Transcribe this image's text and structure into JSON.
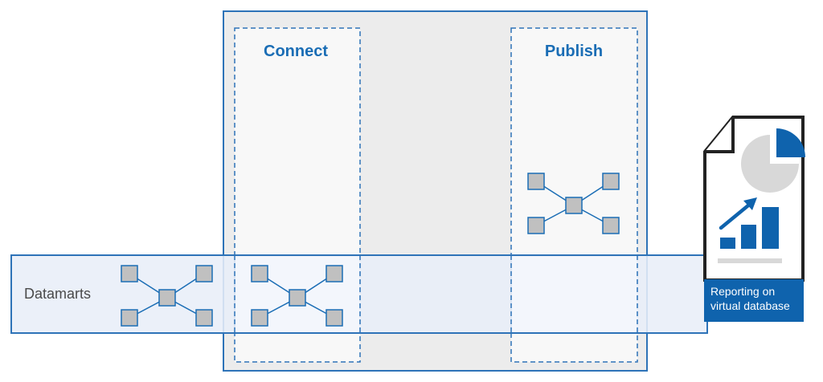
{
  "stages": {
    "connect_title": "Connect",
    "publish_title": "Publish"
  },
  "datamarts": {
    "label": "Datamarts"
  },
  "report": {
    "caption_line1": "Reporting on",
    "caption_line2": "virtual database",
    "icon": "report-document-icon"
  },
  "colors": {
    "accent": "#1a6db5",
    "dark_blue": "#0f63ad",
    "outer_panel": "#ececec",
    "panel_border": "#2e73b8",
    "band_fill": "#e8eef8",
    "node_fill": "#c0c0c0",
    "node_stroke": "#1a6db5",
    "chart_gray": "#d8d8d8"
  }
}
